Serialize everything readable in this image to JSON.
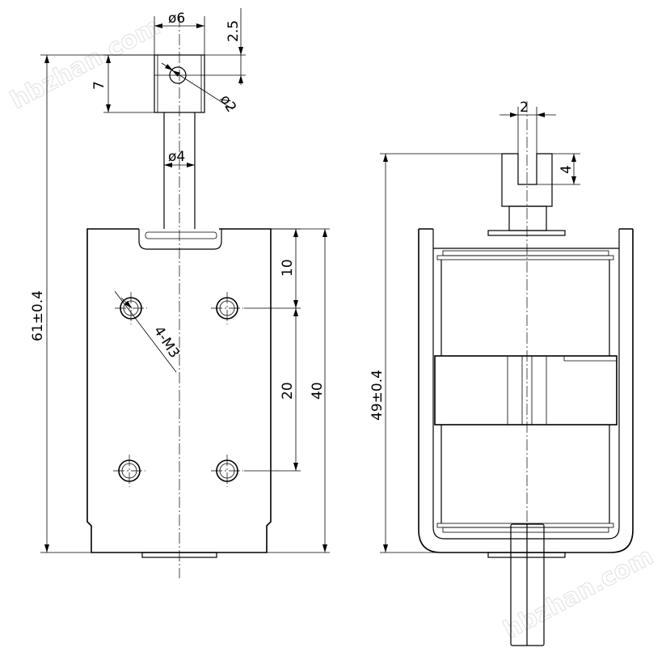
{
  "watermarks": [
    "hbzhan.com",
    "hbzhan.com"
  ],
  "dims": {
    "front": {
      "head_dia": "ø6",
      "head_offset": "2.5",
      "head_height": "7",
      "pin_hole": "ø2",
      "shaft_dia": "ø4",
      "total_length": "61±0.4",
      "hole_top_offset": "10",
      "hole_spacing": "20",
      "body_height": "40",
      "mount_holes": "4-M3"
    },
    "side": {
      "slot_width": "2",
      "slot_depth": "4",
      "total_height": "49±0.4"
    }
  }
}
